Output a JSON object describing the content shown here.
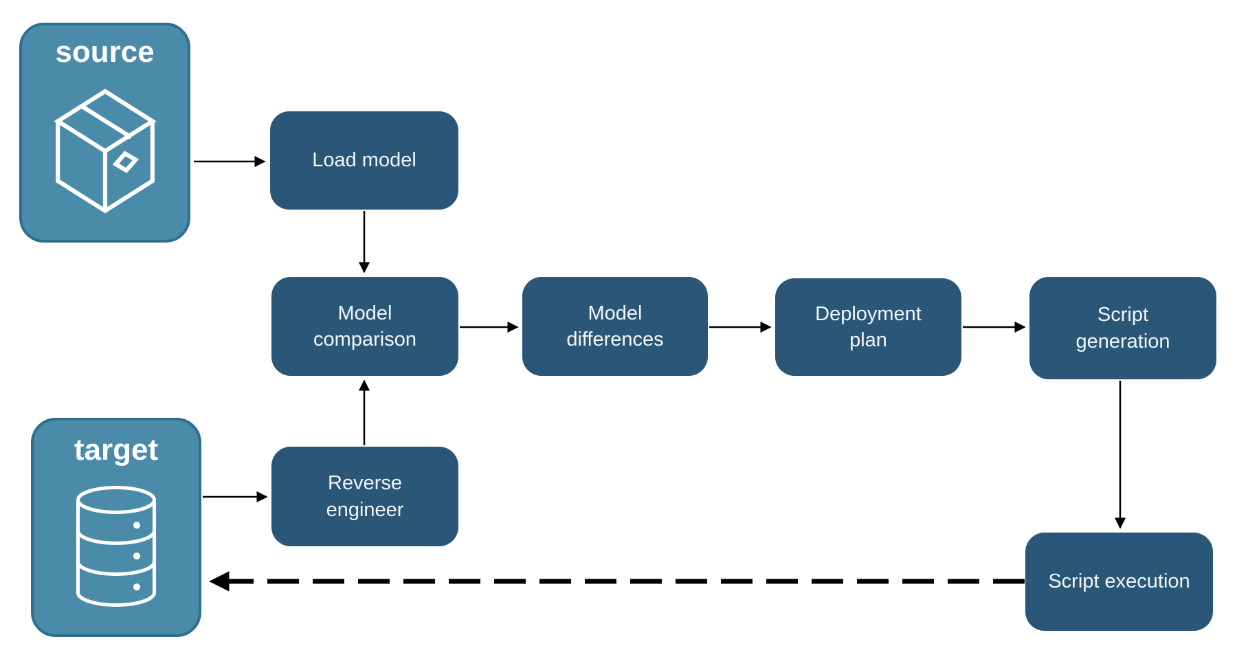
{
  "diagram": {
    "endpoints": [
      {
        "id": "source",
        "label": "source",
        "icon": "package-icon"
      },
      {
        "id": "target",
        "label": "target",
        "icon": "database-icon"
      }
    ],
    "steps": [
      {
        "id": "load-model",
        "label": "Load model"
      },
      {
        "id": "model-comparison",
        "label": "Model comparison"
      },
      {
        "id": "model-differences",
        "label": "Model differences"
      },
      {
        "id": "deployment-plan",
        "label": "Deployment plan"
      },
      {
        "id": "script-generation",
        "label": "Script generation"
      },
      {
        "id": "reverse-engineer",
        "label": "Reverse engineer"
      },
      {
        "id": "script-execution",
        "label": "Script execution"
      }
    ],
    "edges": [
      {
        "from": "source",
        "to": "load-model",
        "style": "solid"
      },
      {
        "from": "load-model",
        "to": "model-comparison",
        "style": "solid"
      },
      {
        "from": "target",
        "to": "reverse-engineer",
        "style": "solid"
      },
      {
        "from": "reverse-engineer",
        "to": "model-comparison",
        "style": "solid"
      },
      {
        "from": "model-comparison",
        "to": "model-differences",
        "style": "solid"
      },
      {
        "from": "model-differences",
        "to": "deployment-plan",
        "style": "solid"
      },
      {
        "from": "deployment-plan",
        "to": "script-generation",
        "style": "solid"
      },
      {
        "from": "script-generation",
        "to": "script-execution",
        "style": "solid"
      },
      {
        "from": "script-execution",
        "to": "target",
        "style": "dashed"
      }
    ],
    "colors": {
      "step_fill": "#2A5677",
      "step_text": "#F2F6F8",
      "endpoint_fill": "#4A8BA9",
      "endpoint_border": "#2E6F8E",
      "endpoint_text": "#FFFFFF",
      "arrow": "#000000",
      "background": "#FFFFFF"
    }
  }
}
